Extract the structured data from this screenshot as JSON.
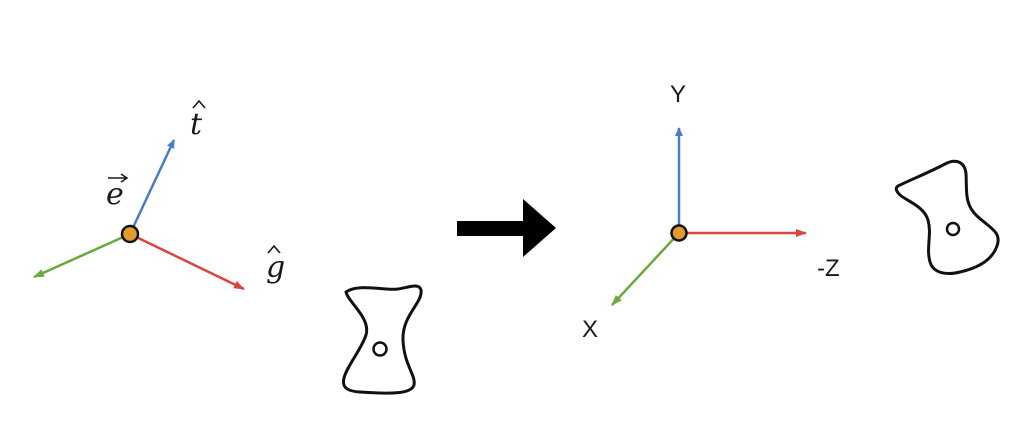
{
  "left_frame": {
    "eye_label": "e",
    "up_label": "t",
    "gaze_label": "g"
  },
  "right_frame": {
    "y_label": "Y",
    "z_label": "-Z",
    "x_label": "X"
  },
  "colors": {
    "up_axis": "#4a7bc8",
    "gaze_axis": "#d9463b",
    "side_axis": "#6aaa3c",
    "origin_fill": "#e39a2e",
    "outline": "#111111",
    "transform_arrow": "#000000"
  },
  "icons": {
    "transform": "right-arrow-icon",
    "object": "vase-outline-icon"
  }
}
